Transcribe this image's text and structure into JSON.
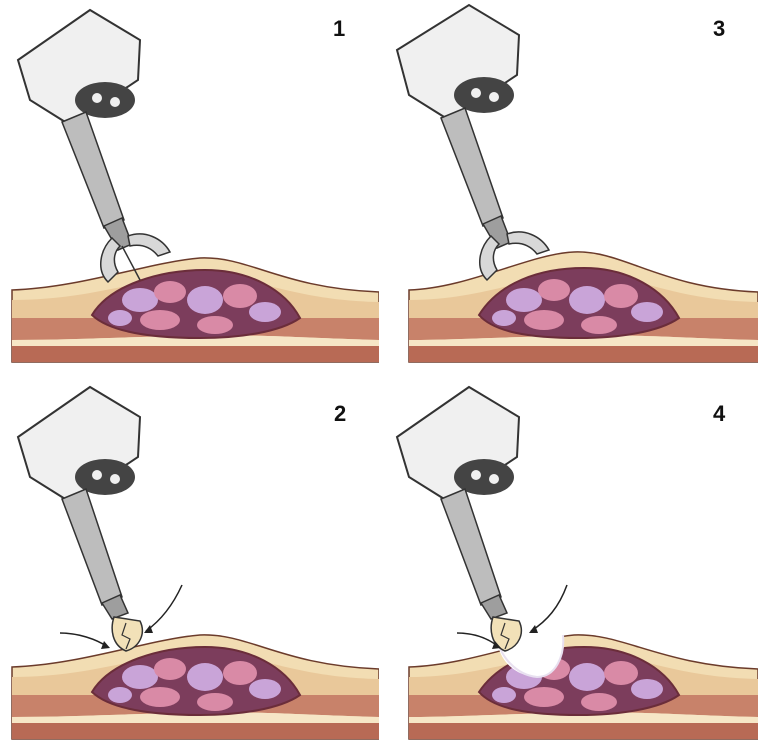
{
  "panels": [
    {
      "label": "1",
      "tool": "grasper",
      "action": "grasp"
    },
    {
      "label": "3",
      "tool": "grasper",
      "action": "lift"
    },
    {
      "label": "2",
      "tool": "scissors",
      "action": "cut"
    },
    {
      "label": "4",
      "tool": "scissors",
      "action": "opened"
    }
  ],
  "colors": {
    "skin": "#f2ddb3",
    "fat_band": "#e9c89a",
    "muscle": "#c8826a",
    "muscle_dark": "#a9574a",
    "tumor_outline": "#6b2d3a",
    "tumor_bg": "#7c3d5c",
    "lobule_light": "#c9a4d8",
    "lobule_pink": "#d98aa6",
    "instrument_light": "#f0f0f0",
    "instrument_mid": "#bdbdbd",
    "instrument_dark": "#444444"
  }
}
